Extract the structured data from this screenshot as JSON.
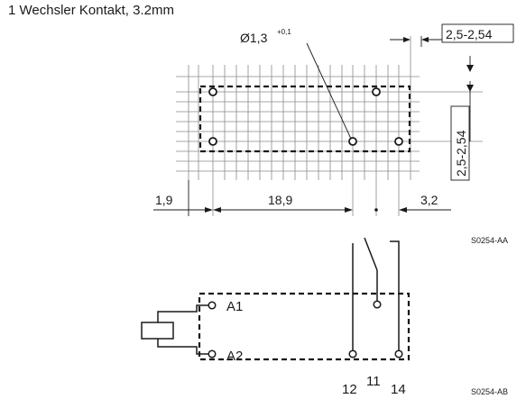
{
  "title": "1 Wechsler Kontakt, 3.2mm",
  "dimensions": {
    "hole": "Ø1,3",
    "hole_tol": "+0,1",
    "grid_top": "2,5-2,54",
    "grid_side": "2,5-2,54",
    "left": "1,9",
    "mid": "18,9",
    "right": "3,2"
  },
  "codes": {
    "upper": "S0254-AA",
    "lower": "S0254-AB"
  },
  "schematic": {
    "a1": "A1",
    "a2": "A2",
    "p12": "12",
    "p11": "11",
    "p14": "14"
  }
}
